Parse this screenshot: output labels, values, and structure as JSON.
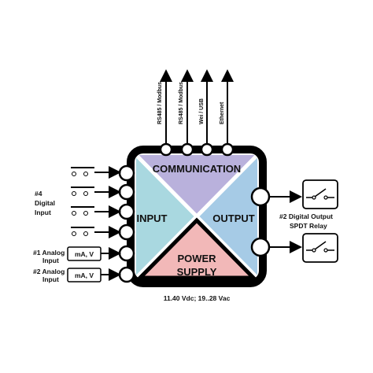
{
  "colors": {
    "communication": "#b9b1dc",
    "input": "#a9d8e0",
    "output": "#a6cbe6",
    "power_supply": "#f2b8b8",
    "outline": "#000000"
  },
  "sections": {
    "communication": "COMMUNICATION",
    "input": "INPUT",
    "output": "OUTPUT",
    "power_supply_line1": "POWER",
    "power_supply_line2": "SUPPLY"
  },
  "communication_ports": [
    "RS485 / Modbus",
    "RS485 / Modbus",
    "Wei / USB",
    "Ethernet"
  ],
  "digital_input": {
    "line1": "#4",
    "line2": "Digital",
    "line3": "Input"
  },
  "analog_inputs": [
    {
      "line1": "#1  Analog",
      "line2": "Input",
      "box": "mA, V"
    },
    {
      "line1": "#2  Analog",
      "line2": "Input",
      "box": "mA, V"
    }
  ],
  "digital_output": {
    "line1": "#2 Digital Output",
    "line2": "SPDT Relay"
  },
  "power_spec": "11.40 Vdc; 19..28 Vac"
}
